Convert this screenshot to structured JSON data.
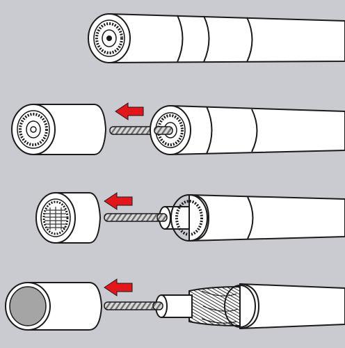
{
  "figure": {
    "steps": [
      {
        "step": 1,
        "parts": [
          "cable-jacket-segments",
          "cable-end-face"
        ]
      },
      {
        "step": 2,
        "parts": [
          "removed-section",
          "arrow",
          "inner-conductor",
          "cable-end-face"
        ]
      },
      {
        "step": 3,
        "parts": [
          "removed-section",
          "arrow",
          "inner-conductor",
          "dielectric",
          "cable-end-face"
        ]
      },
      {
        "step": 4,
        "parts": [
          "removed-section",
          "arrow",
          "inner-conductor",
          "dielectric",
          "braided-shield",
          "cable-end-face"
        ]
      }
    ],
    "colors": {
      "background": "#c9cbd0",
      "cable_fill": "#ffffff",
      "outline": "#1a1a1a",
      "arrow": "#e3161b",
      "conductor": "#9a9a9a",
      "core_gray": "#a5a5a5"
    }
  }
}
